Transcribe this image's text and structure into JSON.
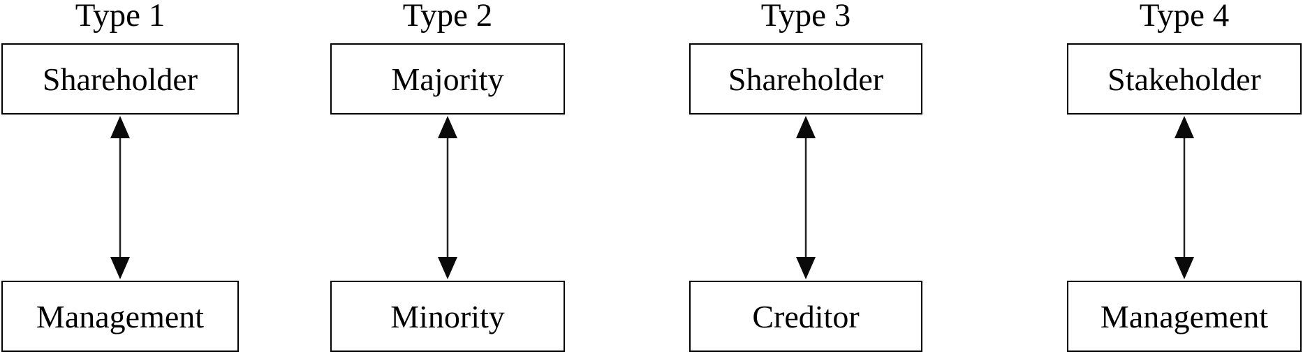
{
  "diagram": {
    "description": "Four types of governance conflict, each a pair of parties linked by a two-way arrow",
    "background_color": "#ffffff",
    "line_color": "#000000",
    "text_color": "#000000",
    "connector": "bidirectional-vertical-arrow",
    "columns": [
      {
        "title": "Type 1",
        "top": "Shareholder",
        "bottom": "Management"
      },
      {
        "title": "Type 2",
        "top": "Majority",
        "bottom": "Minority"
      },
      {
        "title": "Type 3",
        "top": "Shareholder",
        "bottom": "Creditor"
      },
      {
        "title": "Type 4",
        "top": "Stakeholder",
        "bottom": "Management"
      }
    ]
  }
}
